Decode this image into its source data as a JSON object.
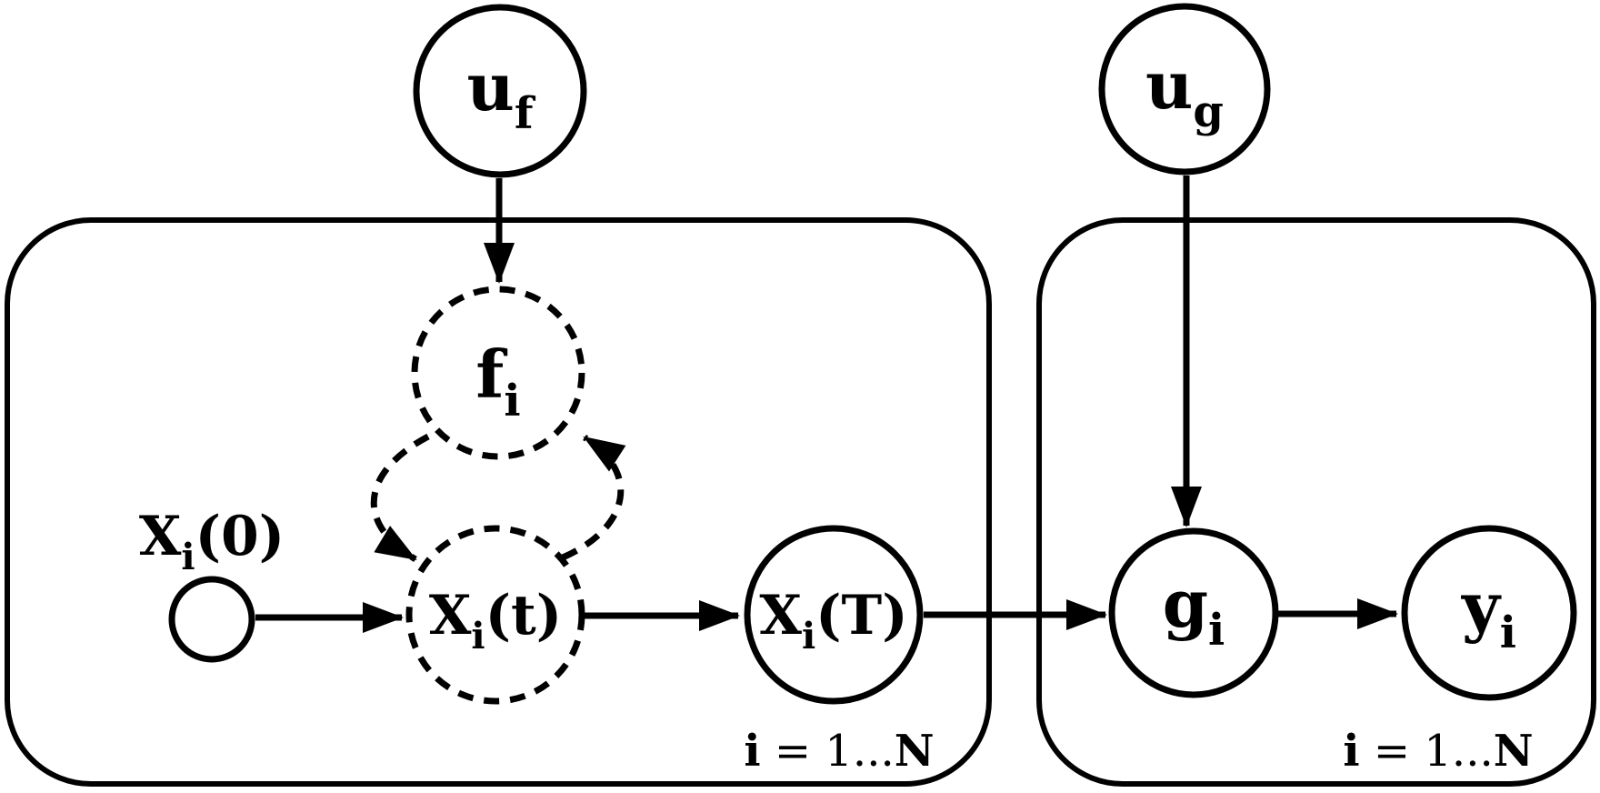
{
  "figure": {
    "background": "#ffffff",
    "line_color": "#000000"
  },
  "plates": {
    "dynamics": {
      "label": {
        "index": "i",
        "relation": " = 1...",
        "bound": "N"
      }
    },
    "observation": {
      "label": {
        "index": "i",
        "relation": " = 1...",
        "bound": "N"
      }
    }
  },
  "nodes": {
    "u_f": {
      "base": "u",
      "sub": "f",
      "fill": "#ffffff",
      "border": "solid"
    },
    "f_i": {
      "base": "f",
      "sub": "i",
      "fill": "#ffffff",
      "border": "dashed"
    },
    "x_0": {
      "base": "X",
      "sub": "i",
      "suffix": "(0)",
      "fill": "#242424",
      "border": "solid"
    },
    "x_t": {
      "base": "X",
      "sub": "i",
      "suffix": "(t)",
      "fill": "#ffffff",
      "border": "dashed"
    },
    "x_T": {
      "base": "X",
      "sub": "i",
      "suffix": "(T)",
      "fill": "#ffffff",
      "border": "solid"
    },
    "u_g": {
      "base": "u",
      "sub": "g",
      "fill": "#ffffff",
      "border": "solid"
    },
    "g_i": {
      "base": "g",
      "sub": "i",
      "fill": "#ffffff",
      "border": "solid"
    },
    "y_i": {
      "base": "y",
      "sub": "i",
      "fill": "#cccccc",
      "border": "solid"
    }
  },
  "edges": [
    {
      "from": "u_f",
      "to": "f_i",
      "style": "solid"
    },
    {
      "from": "x_0",
      "to": "x_t",
      "style": "solid"
    },
    {
      "from": "f_i",
      "to": "x_t",
      "style": "dashed"
    },
    {
      "from": "x_t",
      "to": "f_i",
      "style": "dashed"
    },
    {
      "from": "x_t",
      "to": "x_T",
      "style": "solid"
    },
    {
      "from": "x_T",
      "to": "g_i",
      "style": "solid"
    },
    {
      "from": "u_g",
      "to": "g_i",
      "style": "solid"
    },
    {
      "from": "g_i",
      "to": "y_i",
      "style": "solid"
    }
  ]
}
